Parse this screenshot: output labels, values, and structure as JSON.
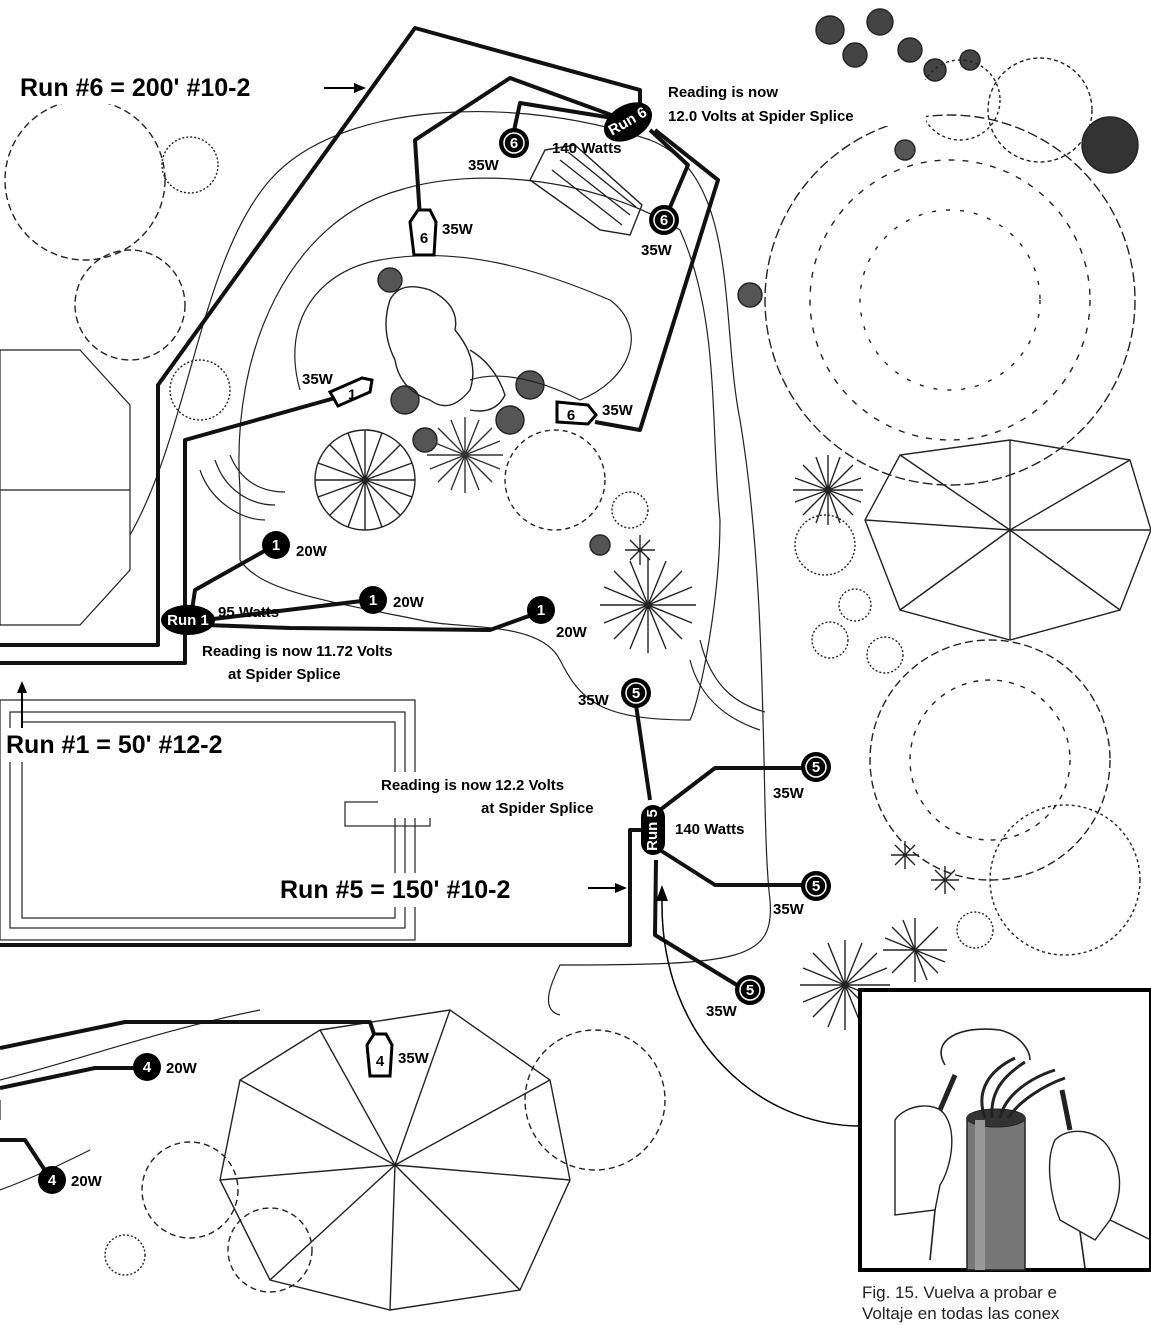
{
  "runs": {
    "run6_length": "Run #6 = 200' #10-2",
    "run1_length": "Run #1 = 50' #12-2",
    "run5_length": "Run #5 = 150' #10-2"
  },
  "readings": {
    "run6_line1": "Reading is now",
    "run6_line2": "12.0 Volts at Spider Splice",
    "run1_line1": "Reading is now 11.72 Volts",
    "run1_line2": "at Spider Splice",
    "run5_line1": "Reading is now 12.2 Volts",
    "run5_line2": "at Spider Splice"
  },
  "splices": {
    "run1": {
      "label": "Run 1",
      "total": "95 Watts"
    },
    "run5": {
      "label": "Run 5",
      "total": "140 Watts"
    },
    "run6": {
      "label": "Run 6",
      "total": "140 Watts"
    }
  },
  "fixtures": {
    "run1": [
      {
        "num": "1",
        "watts": "35W"
      },
      {
        "num": "1",
        "watts": "20W"
      },
      {
        "num": "1",
        "watts": "20W"
      },
      {
        "num": "1",
        "watts": "20W"
      }
    ],
    "run4": [
      {
        "num": "4",
        "watts": "35W"
      },
      {
        "num": "4",
        "watts": "20W"
      },
      {
        "num": "4",
        "watts": "20W"
      }
    ],
    "run5": [
      {
        "num": "5",
        "watts": "35W"
      },
      {
        "num": "5",
        "watts": "35W"
      },
      {
        "num": "5",
        "watts": "35W"
      },
      {
        "num": "5",
        "watts": "35W"
      }
    ],
    "run6": [
      {
        "num": "6",
        "watts": "35W"
      },
      {
        "num": "6",
        "watts": "35W"
      },
      {
        "num": "6",
        "watts": "35W"
      },
      {
        "num": "6",
        "watts": "35W"
      }
    ]
  },
  "figure": {
    "caption_line1": "Fig. 15.  Vuelva a probar e",
    "caption_line2": "Voltaje en todas las conex"
  }
}
